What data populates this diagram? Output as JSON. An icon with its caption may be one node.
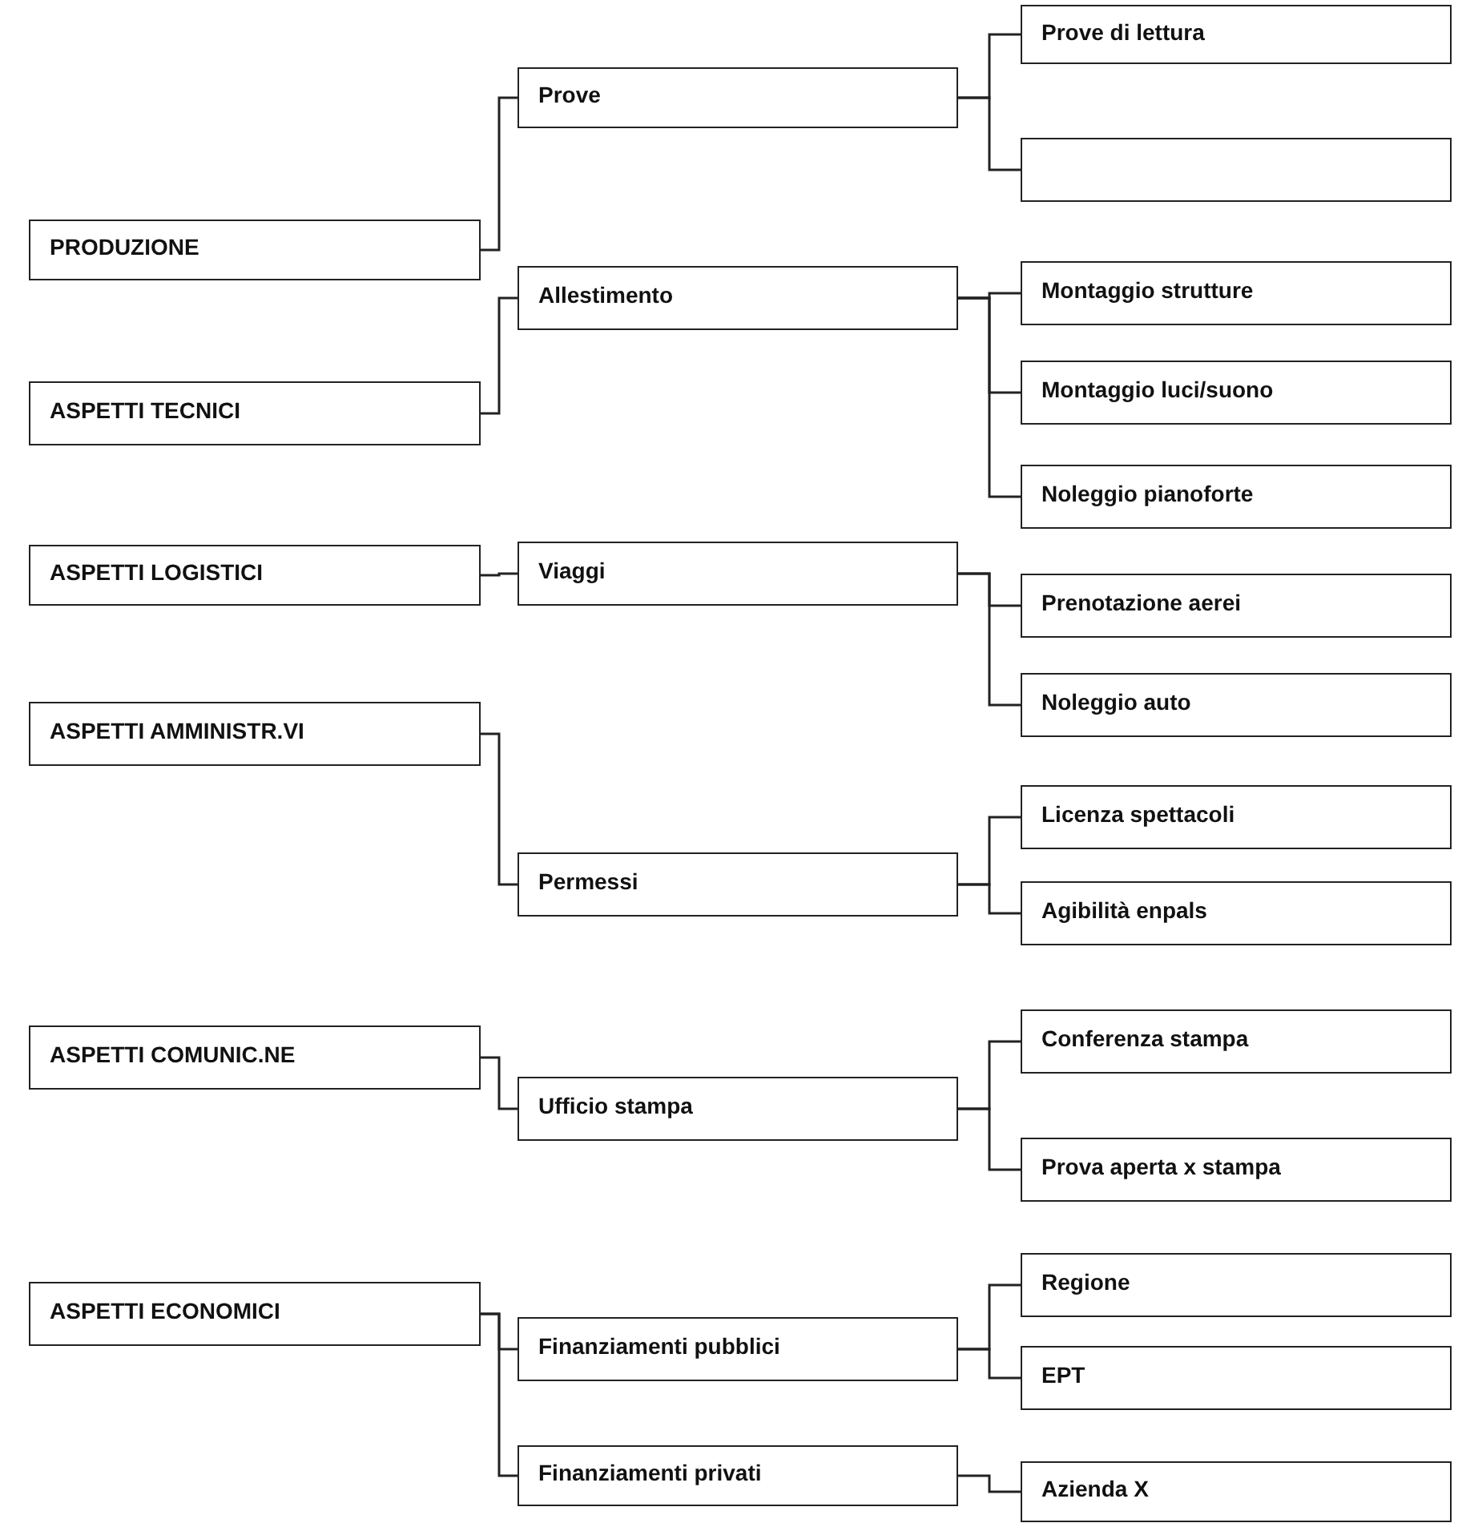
{
  "diagram": {
    "nodes": [
      {
        "text": [
          "PRODUZIONE"
        ]
      },
      {
        "text": [
          "ASPETTI TECNICI"
        ]
      },
      {
        "text": [
          "ASPETTI LOGISTICI"
        ]
      },
      {
        "text": [
          "ASPETTI AMMINISTR.VI"
        ]
      },
      {
        "text": [
          "ASPETTI COMUNIC.NE"
        ]
      },
      {
        "text": [
          "ASPETTI ECONOMICI"
        ]
      },
      {
        "text": [
          "Prove"
        ]
      },
      {
        "text": [
          "Allestimento"
        ]
      },
      {
        "text": [
          "Viaggi"
        ]
      },
      {
        "text": [
          "Permessi"
        ]
      },
      {
        "text": [
          "Ufficio stampa"
        ]
      },
      {
        "text": [
          "Finanziamenti pubblici"
        ]
      },
      {
        "text": [
          "Finanziamenti privati"
        ]
      },
      {
        "text": [
          "Prove di lettura"
        ]
      },
      {
        "text": [],
        "shape": "box"
      },
      {
        "text": [
          "Montaggio strutture"
        ]
      },
      {
        "text": [
          "Montaggio luci/suono"
        ]
      },
      {
        "text": [
          "Noleggio pianoforte"
        ]
      },
      {
        "text": [
          "Prenotazione aerei"
        ]
      },
      {
        "text": [
          "Noleggio auto"
        ]
      },
      {
        "text": [
          "Licenza spettacoli"
        ]
      },
      {
        "text": [
          "Agibilità enpals"
        ]
      },
      {
        "text": [
          "Conferenza stampa"
        ]
      },
      {
        "text": [
          "Prova aperta x stampa"
        ]
      },
      {
        "text": [
          "Regione"
        ]
      },
      {
        "text": [
          "EPT"
        ]
      },
      {
        "text": [
          "Azienda X"
        ]
      }
    ],
    "edges": [
      {
        "from": 0,
        "to": 6,
        "arrow": "none"
      },
      {
        "from": 1,
        "to": 7,
        "arrow": "none"
      },
      {
        "from": 2,
        "to": 8,
        "arrow": "none"
      },
      {
        "from": 3,
        "to": 9,
        "arrow": "none"
      },
      {
        "from": 4,
        "to": 10,
        "arrow": "none"
      },
      {
        "from": 5,
        "to": 11,
        "arrow": "none"
      },
      {
        "from": 5,
        "to": 12,
        "arrow": "none"
      },
      {
        "from": 6,
        "to": 13,
        "arrow": "none"
      },
      {
        "from": 6,
        "to": 14,
        "arrow": "none"
      },
      {
        "from": 7,
        "to": 15,
        "arrow": "none"
      },
      {
        "from": 7,
        "to": 16,
        "arrow": "none"
      },
      {
        "from": 7,
        "to": 17,
        "arrow": "none"
      },
      {
        "from": 8,
        "to": 18,
        "arrow": "none"
      },
      {
        "from": 8,
        "to": 19,
        "arrow": "none"
      },
      {
        "from": 9,
        "to": 20,
        "arrow": "none"
      },
      {
        "from": 9,
        "to": 21,
        "arrow": "none"
      },
      {
        "from": 10,
        "to": 22,
        "arrow": "none"
      },
      {
        "from": 10,
        "to": 23,
        "arrow": "none"
      },
      {
        "from": 11,
        "to": 24,
        "arrow": "none"
      },
      {
        "from": 11,
        "to": 25,
        "arrow": "none"
      },
      {
        "from": 12,
        "to": 26,
        "arrow": "none"
      }
    ]
  }
}
